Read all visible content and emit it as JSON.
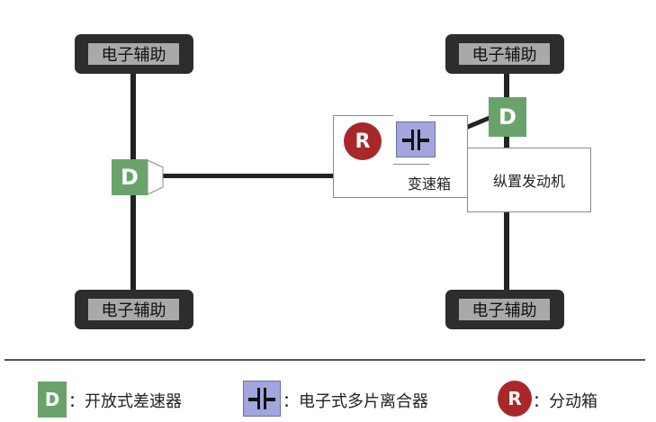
{
  "diagram": {
    "aux_label": "电子辅助",
    "aux_boxes": [
      {
        "id": "front-left",
        "label": "电子辅助"
      },
      {
        "id": "front-right",
        "label": "电子辅助"
      },
      {
        "id": "rear-left",
        "label": "电子辅助"
      },
      {
        "id": "rear-right",
        "label": "电子辅助"
      }
    ],
    "differential_letter": "D",
    "transfer_case_letter": "R",
    "gearbox_label": "变速箱",
    "engine_label": "纵置发动机"
  },
  "legend": {
    "items": [
      {
        "symbol": "D",
        "text": "：开放式差速器"
      },
      {
        "symbol": "clutch",
        "text": "：电子式多片离合器"
      },
      {
        "symbol": "R",
        "text": "：分动箱"
      }
    ]
  },
  "colors": {
    "differential_green": "#6aa36a",
    "transfer_red": "#a8282a",
    "clutch_purple": "#a3a6dc",
    "aux_dark": "#2d2d2d",
    "aux_gray": "#a9a9a9"
  }
}
